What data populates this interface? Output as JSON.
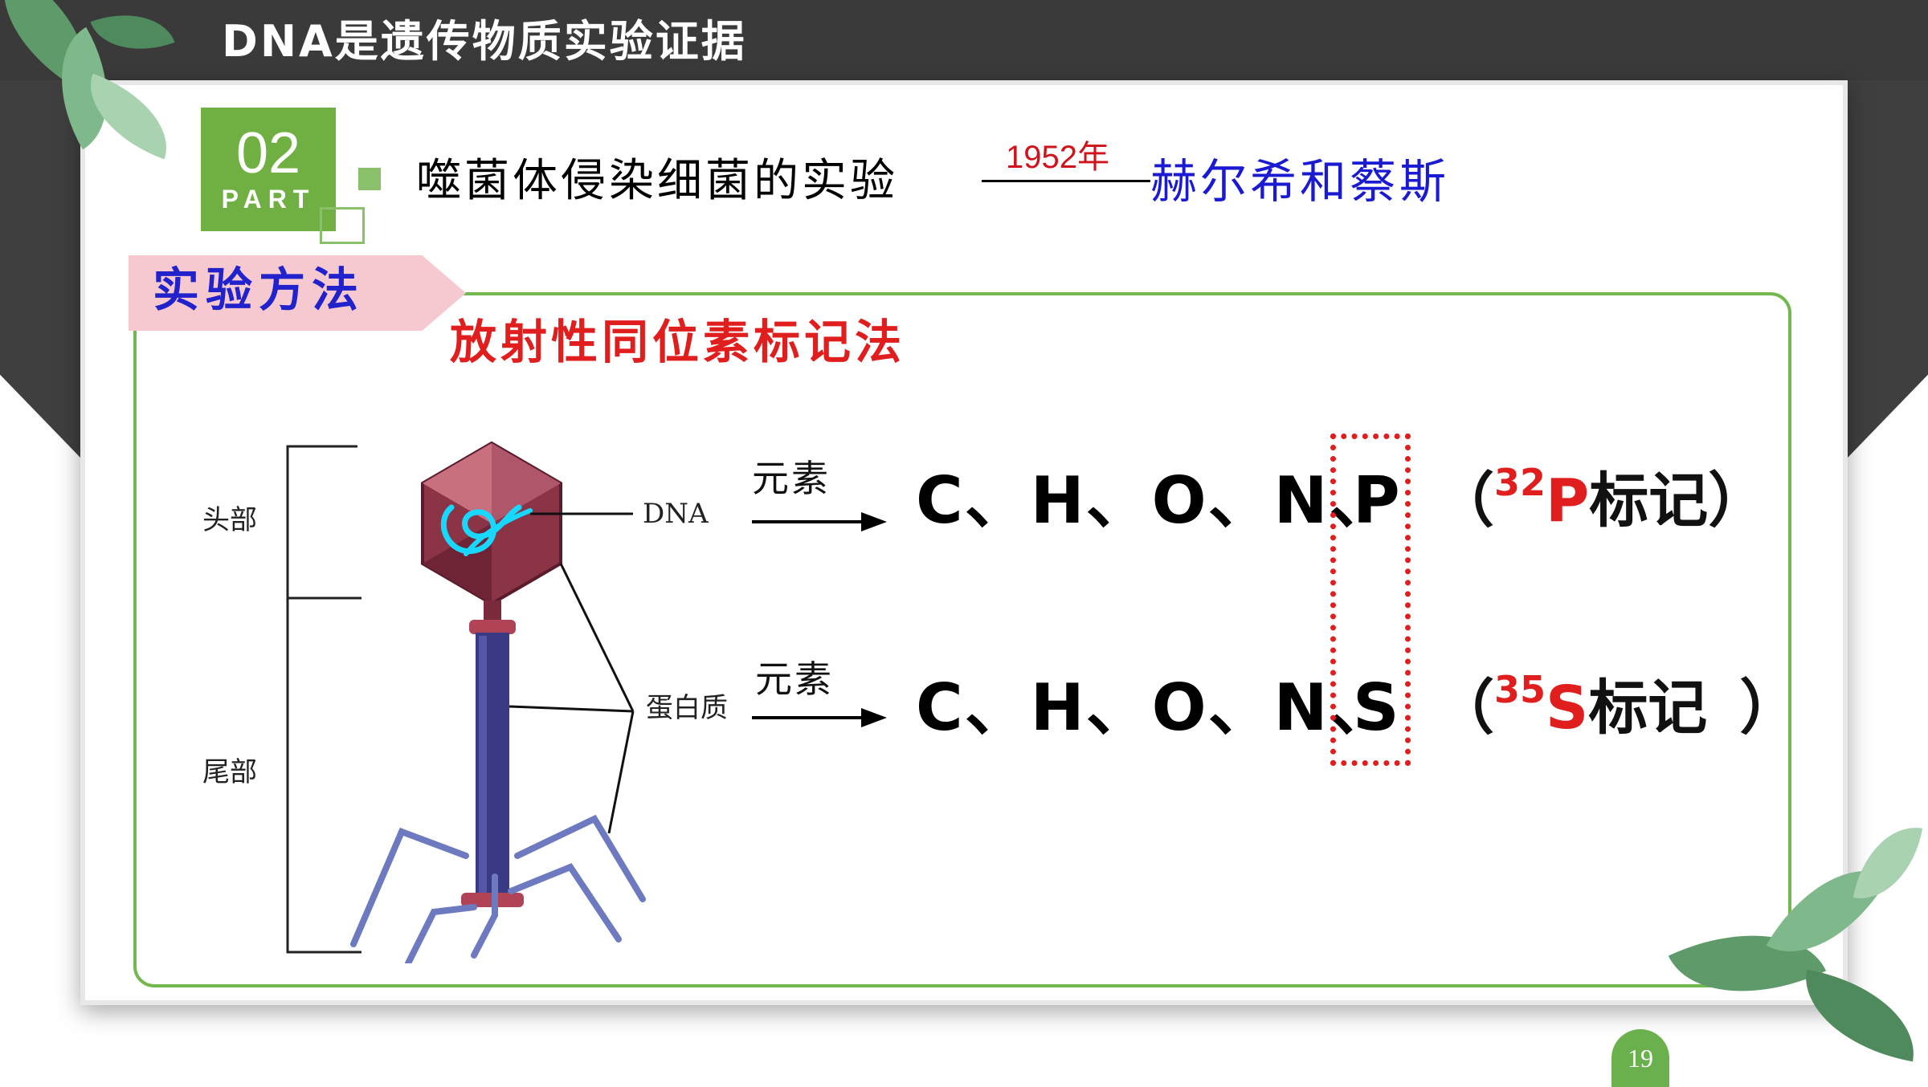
{
  "slide": {
    "title": "DNA是遗传物质实验证据",
    "part": {
      "number": "02",
      "word": "PART"
    },
    "page_number": "19"
  },
  "heading": {
    "experiment": "噬菌体侵染细菌的实验",
    "year": "1952年",
    "scientists": "赫尔希和蔡斯"
  },
  "method": {
    "tag": "实验方法",
    "name": "放射性同位素标记法"
  },
  "diagram": {
    "label_head": "头部",
    "label_tail": "尾部",
    "label_dna": "DNA",
    "label_protein": "蛋白质"
  },
  "rows": [
    {
      "arrow_label": "元素",
      "elements": "C、H、O、N、",
      "highlight": "P",
      "open": "（",
      "mass": "32",
      "symbol": "P",
      "marker": "标记",
      "close": "）"
    },
    {
      "arrow_label": "元素",
      "elements": "C、H、O、N、",
      "highlight": "S",
      "open": "（",
      "mass": "35",
      "symbol": "S",
      "marker": "标记",
      "close": "）"
    }
  ],
  "colors": {
    "band": "#3a3a3a",
    "accent_green": "#70b043",
    "red": "#e01e1e",
    "blue": "#1a1ad2",
    "tag_pink": "#f5c9cf"
  }
}
